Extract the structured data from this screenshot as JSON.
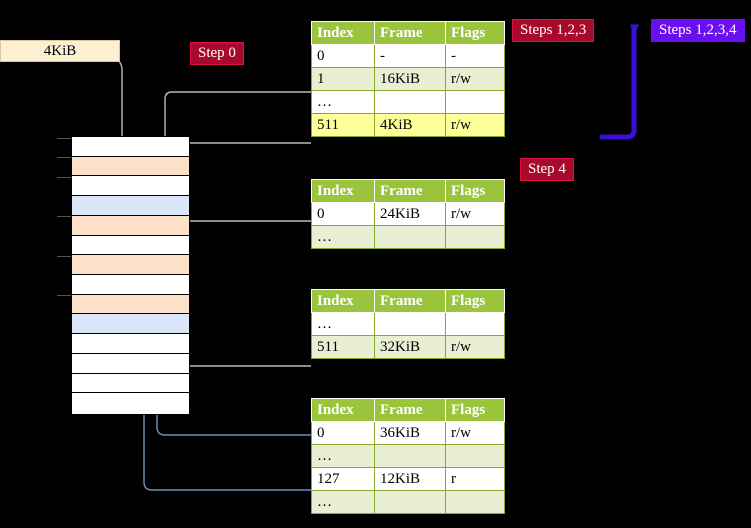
{
  "diagram": {
    "title_label": "4KiB",
    "badges": [
      {
        "id": "step0",
        "label": "Step 0",
        "color": "#a80a2b",
        "style": "red"
      },
      {
        "id": "steps123",
        "label": "Steps 1,2,3",
        "color": "#a80a2b",
        "style": "red"
      },
      {
        "id": "steps1234",
        "label": "Steps 1,2,3,4",
        "color": "#6a0ff0",
        "style": "purple"
      },
      {
        "id": "step4",
        "label": "Step 4",
        "color": "#a80a2b",
        "style": "red"
      }
    ],
    "colors": {
      "header_green": "#9ac43c",
      "row_alt": "#e8efd3",
      "highlight_yellow": "#ffff99",
      "memory_orange": "#fde0c8",
      "memory_blue": "#d8e6f7",
      "label_cream": "#fcefd2",
      "arrow_gray": "#b0b0b0",
      "arrow_blue": "#6f90bd",
      "accent_purple": "#3d0fd6",
      "background": "#000000"
    },
    "columns": [
      "Index",
      "Frame",
      "Flags"
    ],
    "tables": [
      {
        "id": "pml4",
        "rows": [
          {
            "index": "0",
            "frame": "-",
            "flags": "-",
            "shade": "plain",
            "highlight": false
          },
          {
            "index": "1",
            "frame": "16KiB",
            "flags": "r/w",
            "shade": "alt",
            "highlight": false
          },
          {
            "index": "…",
            "frame": "",
            "flags": "",
            "shade": "plain",
            "highlight": false
          },
          {
            "index": "511",
            "frame": "4KiB",
            "flags": "r/w",
            "shade": "alt",
            "highlight": true
          }
        ]
      },
      {
        "id": "pdpt",
        "rows": [
          {
            "index": "0",
            "frame": "24KiB",
            "flags": "r/w",
            "shade": "plain",
            "highlight": false
          },
          {
            "index": "…",
            "frame": "",
            "flags": "",
            "shade": "alt",
            "highlight": false
          }
        ]
      },
      {
        "id": "pd",
        "rows": [
          {
            "index": "…",
            "frame": "",
            "flags": "",
            "shade": "plain",
            "highlight": false
          },
          {
            "index": "511",
            "frame": "32KiB",
            "flags": "r/w",
            "shade": "alt",
            "highlight": false
          }
        ]
      },
      {
        "id": "pt",
        "rows": [
          {
            "index": "0",
            "frame": "36KiB",
            "flags": "r/w",
            "shade": "plain",
            "highlight": false
          },
          {
            "index": "…",
            "frame": "",
            "flags": "",
            "shade": "alt",
            "highlight": false
          },
          {
            "index": "127",
            "frame": "12KiB",
            "flags": "r",
            "shade": "plain",
            "highlight": false
          },
          {
            "index": "…",
            "frame": "",
            "flags": "",
            "shade": "alt",
            "highlight": false
          }
        ]
      }
    ],
    "memory_column": {
      "slots": [
        {
          "fill": "white"
        },
        {
          "fill": "orange"
        },
        {
          "fill": "white"
        },
        {
          "fill": "blue"
        },
        {
          "fill": "orange"
        },
        {
          "fill": "white"
        },
        {
          "fill": "orange"
        },
        {
          "fill": "white"
        },
        {
          "fill": "orange"
        },
        {
          "fill": "blue"
        },
        {
          "fill": "white"
        },
        {
          "fill": "white"
        },
        {
          "fill": "white"
        },
        {
          "fill": "white"
        }
      ]
    }
  }
}
